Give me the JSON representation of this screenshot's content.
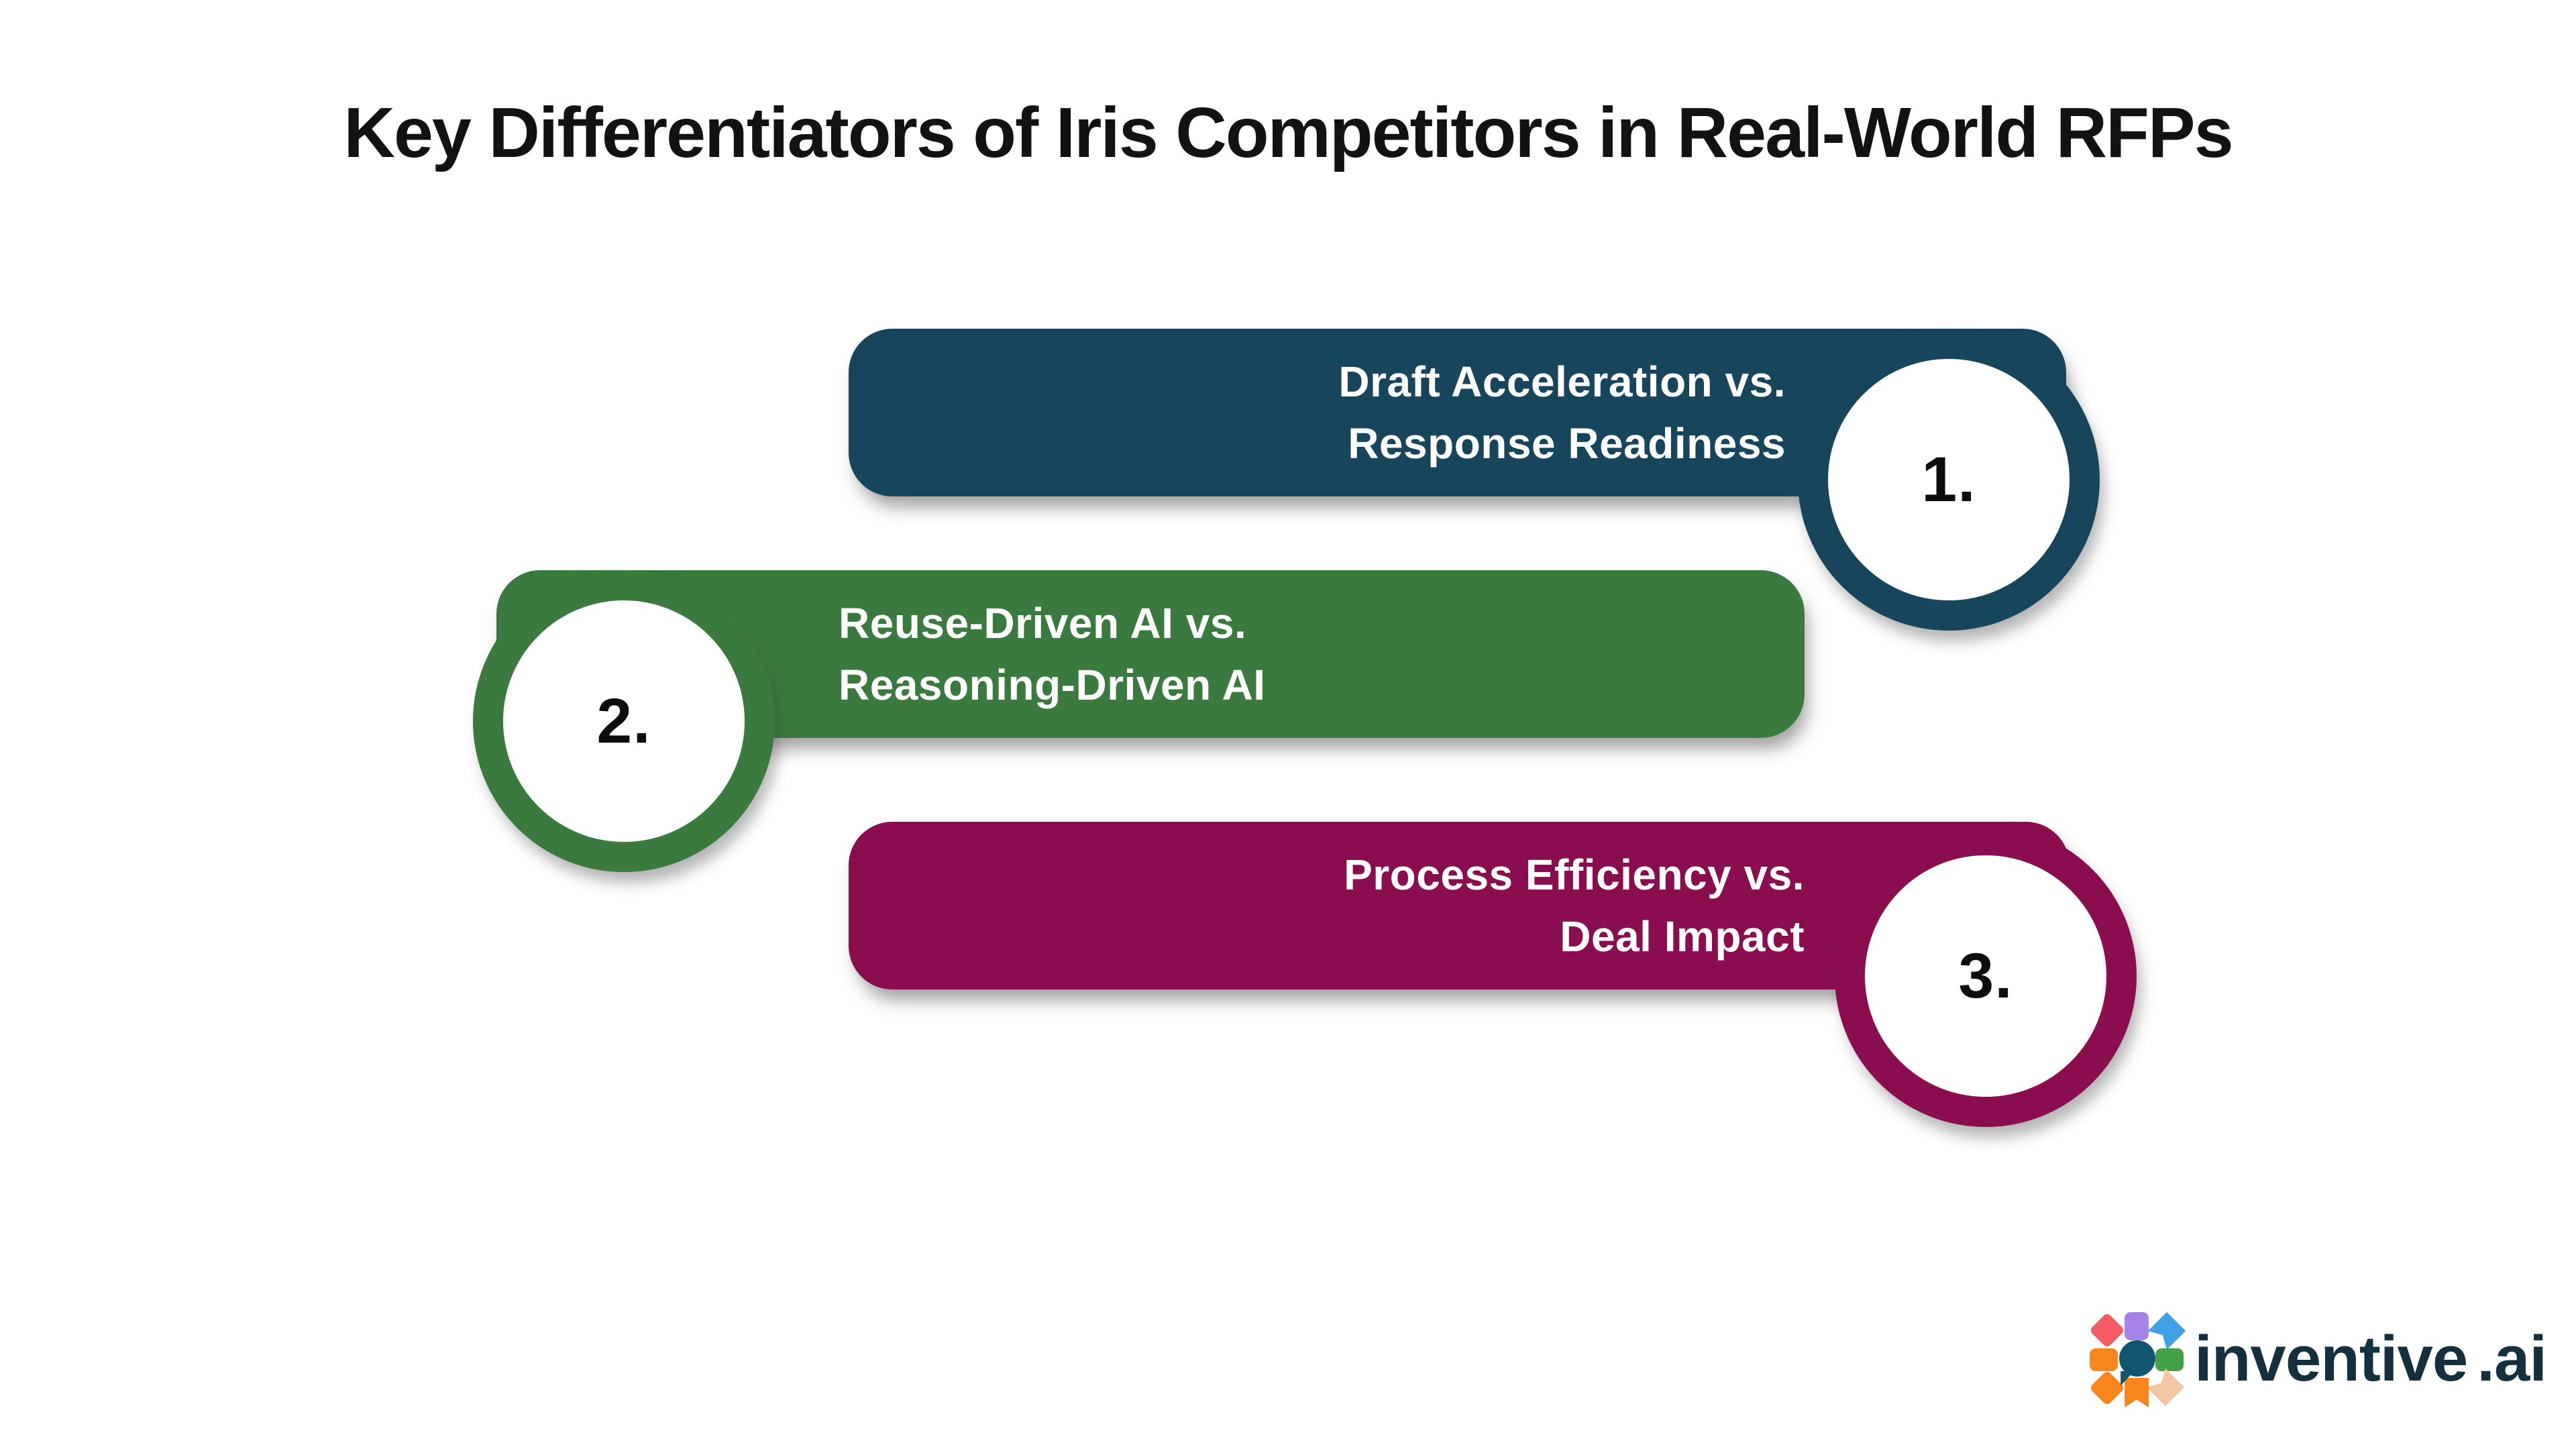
{
  "title": "Key Differentiators of Iris Competitors in Real-World RFPs",
  "title_color": "#121212",
  "background": "#FFFFFF",
  "pill_text_color": "#FFFFFF",
  "number_color": "#0D0D0D",
  "items": [
    {
      "number": "1.",
      "line1": "Draft Acceleration vs.",
      "line2": "Response Readiness",
      "color": "#17455C"
    },
    {
      "number": "2.",
      "line1": "Reuse-Driven AI vs.",
      "line2": "Reasoning-Driven AI",
      "color": "#3A7A3E"
    },
    {
      "number": "3.",
      "line1": "Process Efficiency vs.",
      "line2": "Deal Impact",
      "color": "#8A0E4F"
    }
  ],
  "logo": {
    "brand": "inventive",
    "suffix": ".ai",
    "text_color": "#14303F",
    "icon_colors": {
      "purple": "#A583E8",
      "blue": "#3FA1E3",
      "green": "#44A047",
      "peach": "#F3C7A2",
      "orange": "#F8861B",
      "red": "#F45B62",
      "teal_bubble": "#11566F"
    }
  }
}
